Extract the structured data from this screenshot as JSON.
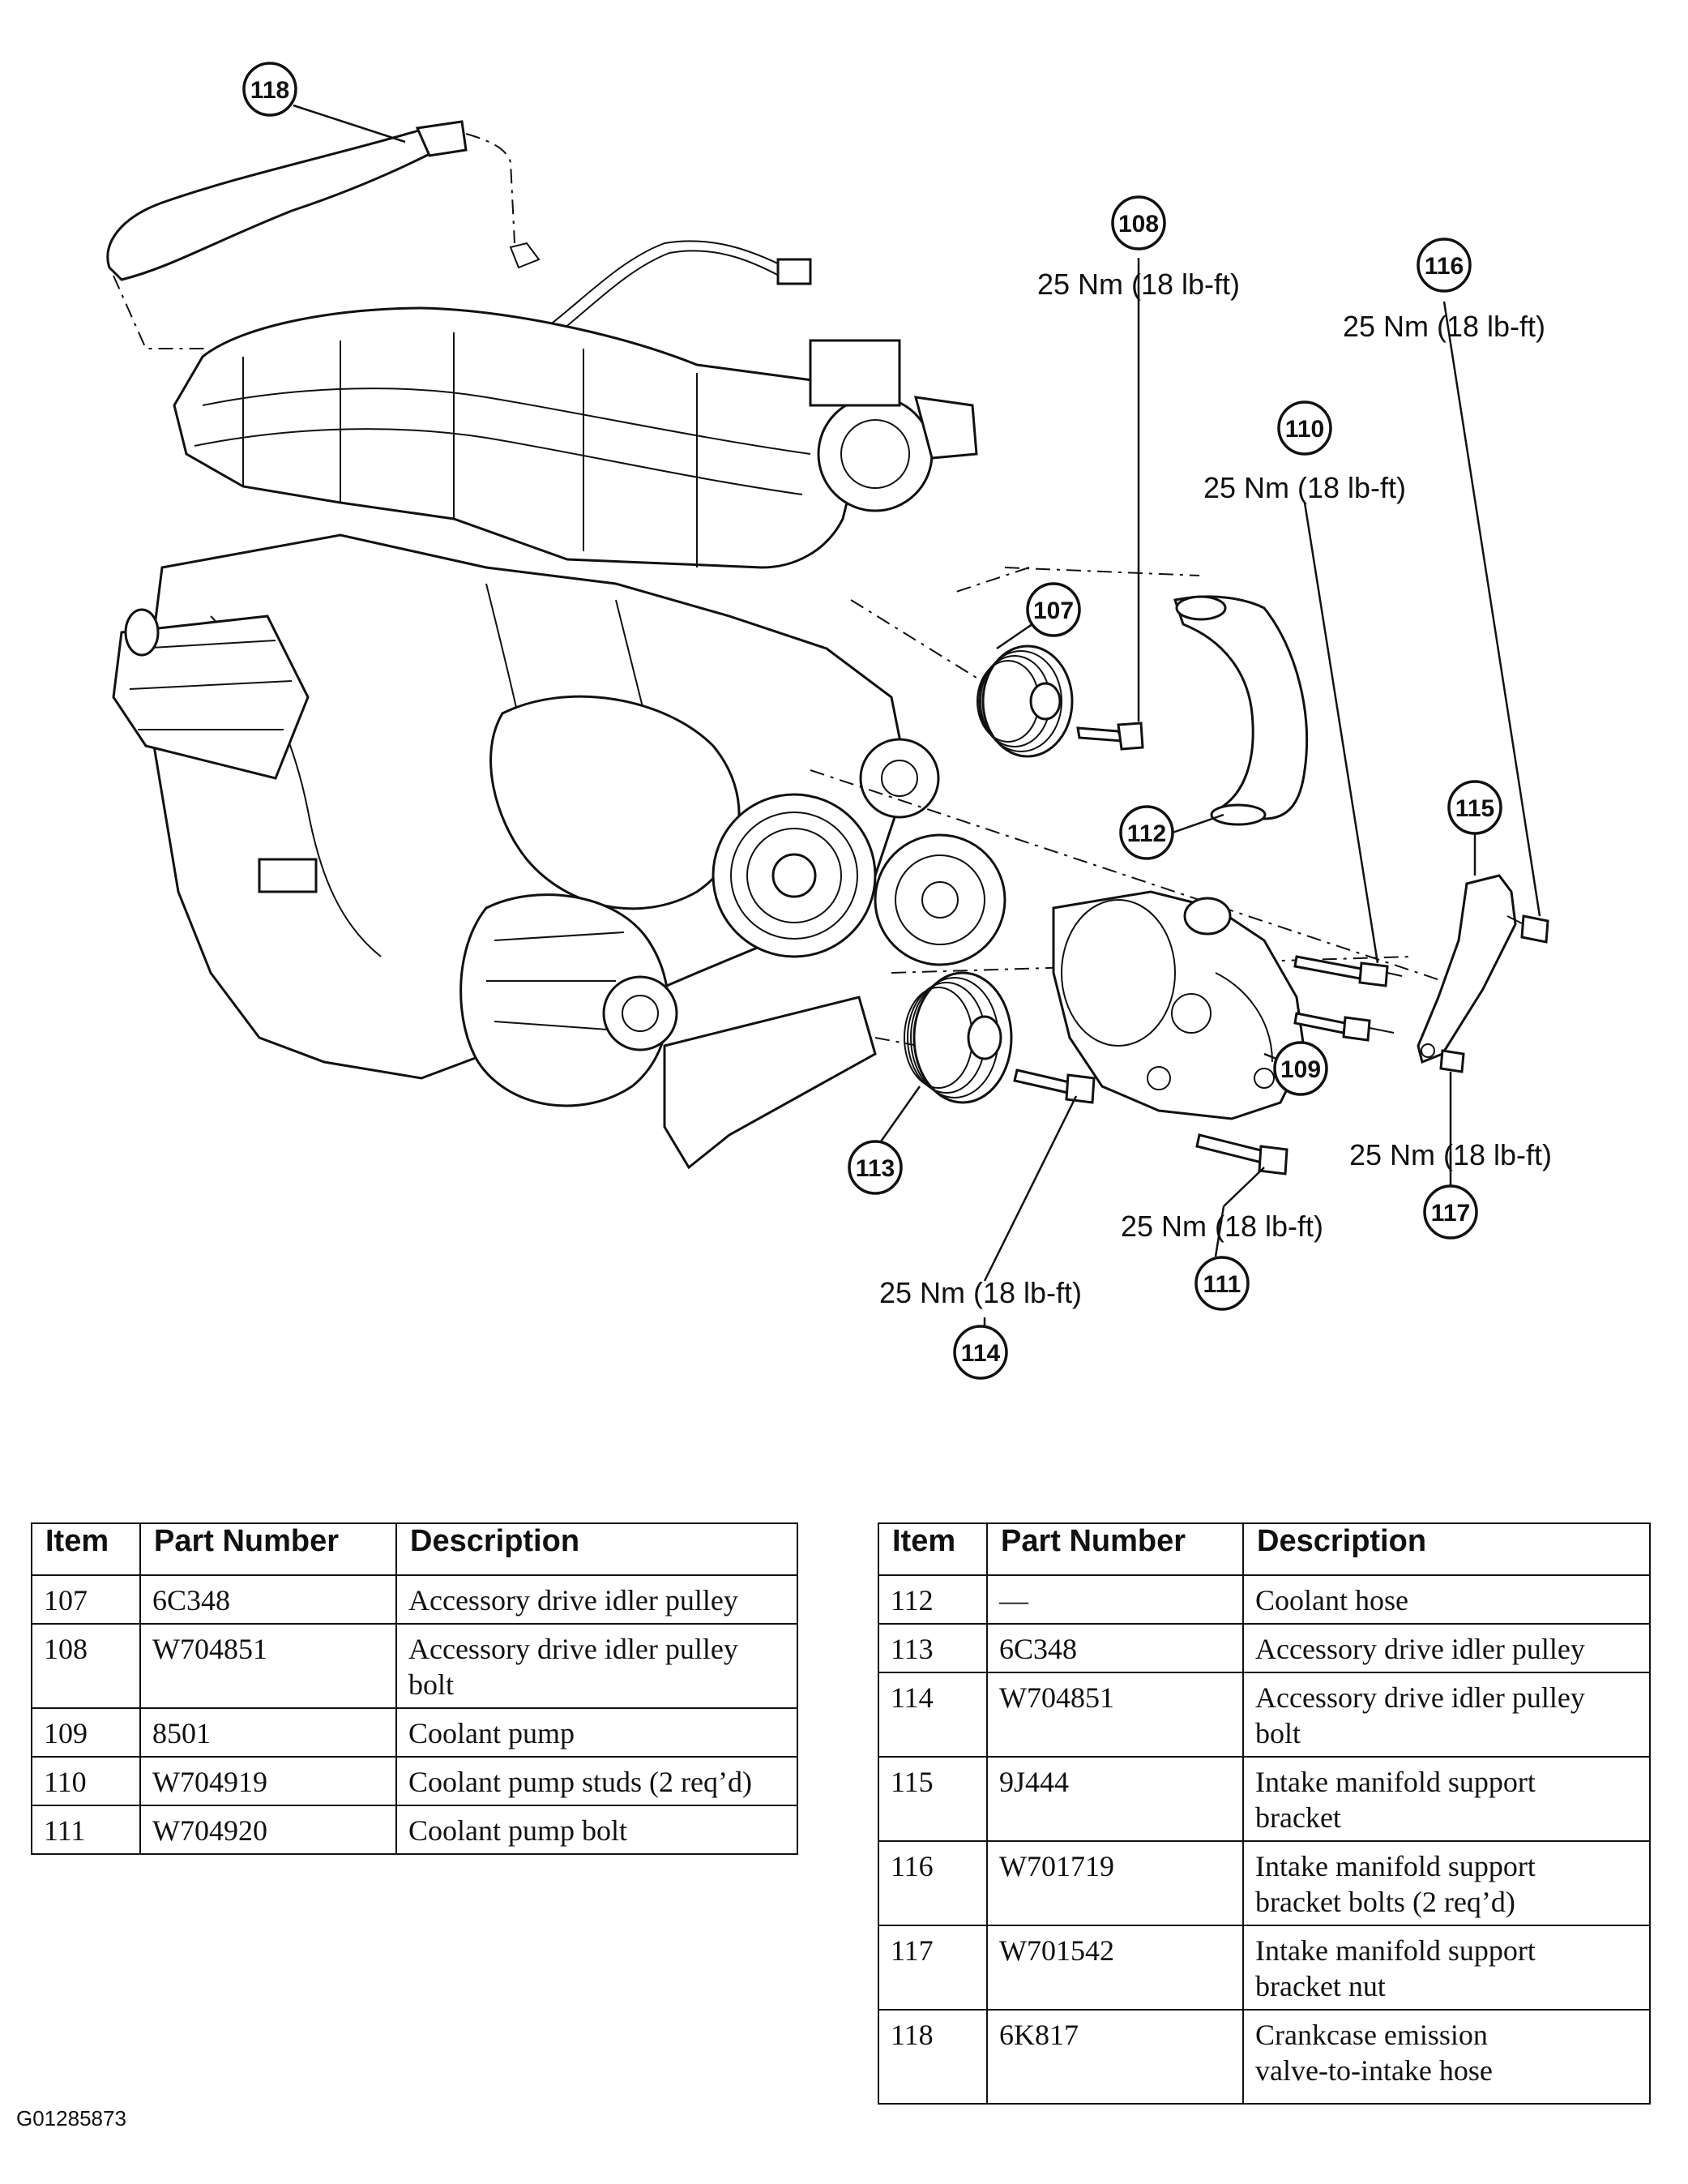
{
  "callouts": {
    "c118": "118",
    "c108": "108",
    "c116": "116",
    "c110": "110",
    "c107": "107",
    "c112": "112",
    "c115": "115",
    "c109": "109",
    "c113": "113",
    "c117": "117",
    "c111": "111",
    "c114": "114"
  },
  "torque": {
    "t108": "25 Nm (18 lb-ft)",
    "t116": "25 Nm (18 lb-ft)",
    "t110": "25 Nm (18 lb-ft)",
    "t117": "25 Nm (18 lb-ft)",
    "t111": "25 Nm (18 lb-ft)",
    "t114": "25 Nm (18 lb-ft)"
  },
  "table_left": {
    "headers": [
      "Item",
      "Part Number",
      "Description"
    ],
    "rows": [
      {
        "item": "107",
        "part": "6C348",
        "desc": "Accessory drive idler pulley"
      },
      {
        "item": "108",
        "part": "W704851",
        "desc": "Accessory drive idler pulley bolt"
      },
      {
        "item": "109",
        "part": "8501",
        "desc": "Coolant pump"
      },
      {
        "item": "110",
        "part": "W704919",
        "desc": "Coolant pump studs (2 req’d)"
      },
      {
        "item": "111",
        "part": "W704920",
        "desc": "Coolant pump bolt"
      }
    ]
  },
  "table_right": {
    "headers": [
      "Item",
      "Part Number",
      "Description"
    ],
    "rows": [
      {
        "item": "112",
        "part": "—",
        "desc": "Coolant hose"
      },
      {
        "item": "113",
        "part": "6C348",
        "desc": "Accessory drive idler pulley"
      },
      {
        "item": "114",
        "part": "W704851",
        "desc": "Accessory drive idler pulley bolt"
      },
      {
        "item": "115",
        "part": "9J444",
        "desc": "Intake manifold support bracket"
      },
      {
        "item": "116",
        "part": "W701719",
        "desc": "Intake manifold support bracket bolts (2 req’d)"
      },
      {
        "item": "117",
        "part": "W701542",
        "desc": "Intake manifold support bracket nut"
      },
      {
        "item": "118",
        "part": "6K817",
        "desc": "Crankcase emission valve-to-intake hose"
      }
    ]
  },
  "figure_id": "G01285873"
}
